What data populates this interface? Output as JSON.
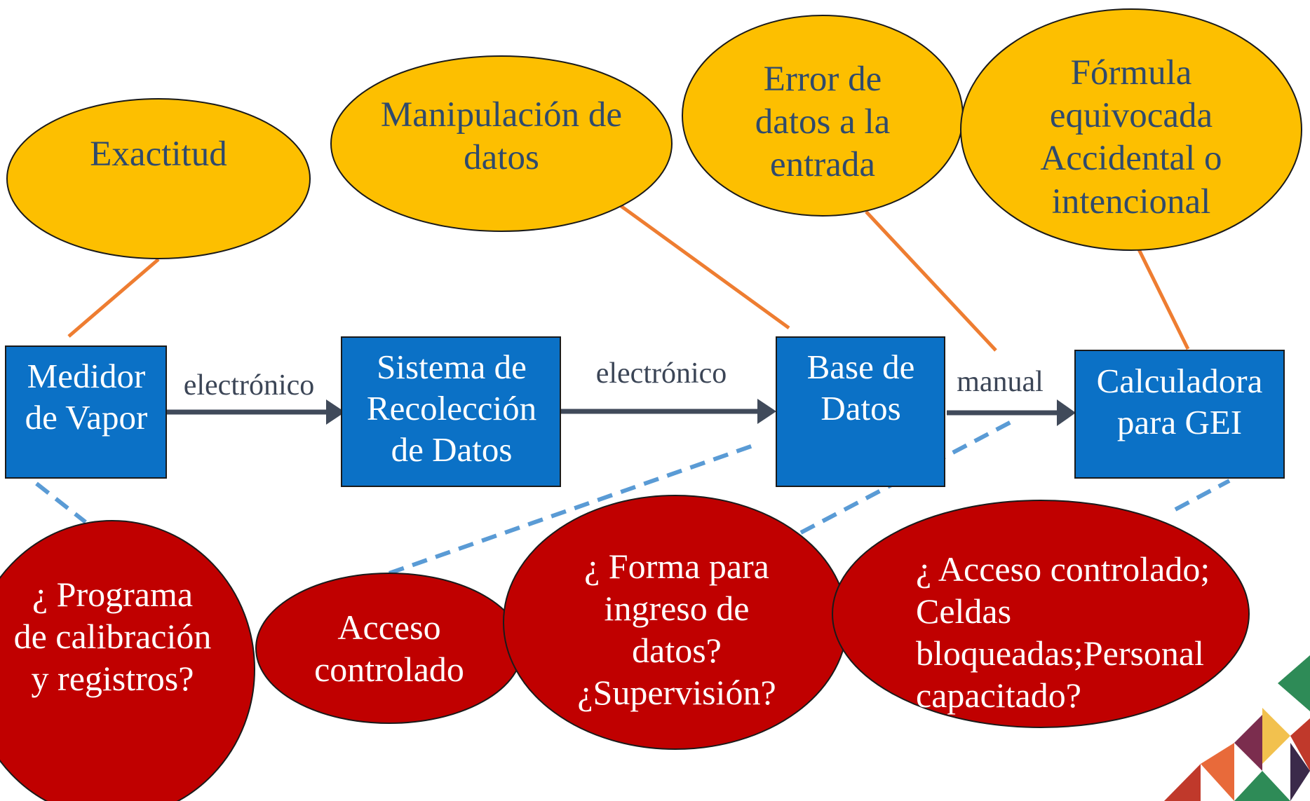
{
  "colors": {
    "process_box": "#0b71c6",
    "risk_bubble": "#fdbf00",
    "control_bubble": "#c00000",
    "risk_link": "#ee7d31",
    "control_link": "#5a9bd5",
    "flow_arrow": "#404a5a",
    "risk_text": "#2f4a6d"
  },
  "process_boxes": [
    {
      "name": "medidor-de-vapor-box",
      "label": "Medidor de Vapor"
    },
    {
      "name": "sistema-recoleccion-box",
      "label": "Sistema de Recolección de Datos"
    },
    {
      "name": "base-de-datos-box",
      "label": "Base de Datos"
    },
    {
      "name": "calculadora-gei-box",
      "label": "Calculadora para GEI"
    }
  ],
  "flows": [
    {
      "name": "flow-label-1",
      "label": "electrónico"
    },
    {
      "name": "flow-label-2",
      "label": "electrónico"
    },
    {
      "name": "flow-label-3",
      "label": "manual"
    }
  ],
  "risks": [
    {
      "name": "risk-exactitud",
      "label": "Exactitud"
    },
    {
      "name": "risk-manipulacion",
      "label": "Manipulación de datos"
    },
    {
      "name": "risk-error-entrada",
      "label": "Error de datos a la entrada"
    },
    {
      "name": "risk-formula",
      "label": "Fórmula equivocada Accidental o intencional"
    }
  ],
  "controls": [
    {
      "name": "control-calibracion",
      "label": "¿ Programa de calibración y registros?"
    },
    {
      "name": "control-acceso",
      "label": "Acceso controlado"
    },
    {
      "name": "control-forma",
      "label": "¿ Forma para ingreso de datos? ¿Supervisión?"
    },
    {
      "name": "control-acceso-celdas",
      "label": "¿ Acceso controlado; Celdas bloqueadas;Personal capacitado?"
    }
  ]
}
